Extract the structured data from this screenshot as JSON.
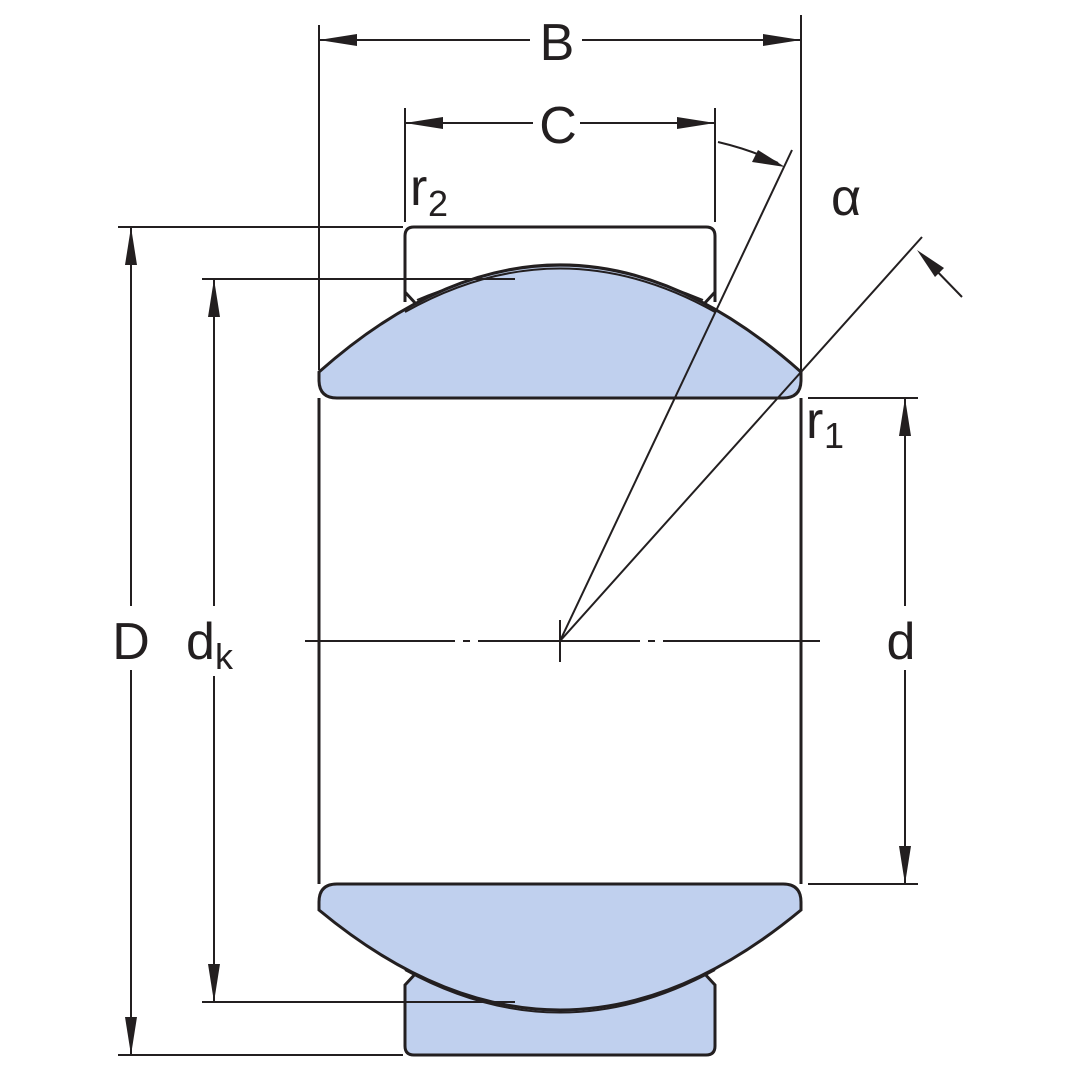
{
  "colors": {
    "line": "#231f20",
    "fill": "#c0d0ee",
    "background": "#ffffff"
  },
  "labels": {
    "B": "B",
    "C": "C",
    "r2_main": "r",
    "r2_sub": "2",
    "r1_main": "r",
    "r1_sub": "1",
    "alpha": "α",
    "D": "D",
    "dk_main": "d",
    "dk_sub": "k",
    "d": "d"
  }
}
